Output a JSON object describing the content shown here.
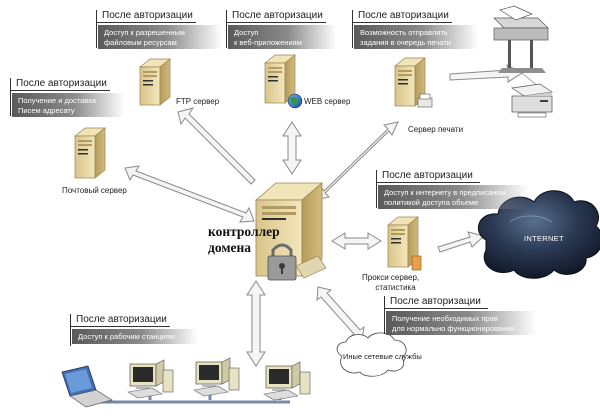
{
  "domain_controller": {
    "label_line1": "контроллер",
    "label_line2": "домена"
  },
  "servers": {
    "ftp": {
      "label": "FTP сервер"
    },
    "web": {
      "label": "WEB сервер"
    },
    "print": {
      "label": "Сервер печати"
    },
    "mail": {
      "label": "Почтовый сервер"
    },
    "proxy": {
      "label_line1": "Прокси сервер,",
      "label_line2": "статистика"
    }
  },
  "internet": {
    "label": "INTERNET"
  },
  "other_services": {
    "label": "Иные сетевые службы"
  },
  "callouts": {
    "ftp": {
      "header": "После авторизации",
      "line1": "Доступ к разрешенным",
      "line2": "файловым ресурсам"
    },
    "web": {
      "header": "После авторизации",
      "line1": "Доступ",
      "line2": "к веб-приложениям"
    },
    "print": {
      "header": "После авторизации",
      "line1": "Возможность отправлять",
      "line2": "задания в очередь печати"
    },
    "mail": {
      "header": "После авторизации",
      "line1": "Получение и доставка",
      "line2": "Писем адресату"
    },
    "proxy": {
      "header": "После авторизации",
      "line1": "Доступ к интернету в предписаном",
      "line2": "политикой доступа объеме"
    },
    "rights": {
      "header": "После авторизации",
      "line1": "Получение необходимых прав",
      "line2": "для нормально функционирования"
    },
    "workstations": {
      "header": "После авторизации",
      "line1": "Доступ к рабочим станциям"
    }
  },
  "colors": {
    "server_body": "#e9d9a6",
    "arrow_fill": "#f4f4f4",
    "cloud": "#1e2a3c",
    "callout_box": "#6e6e6e"
  }
}
